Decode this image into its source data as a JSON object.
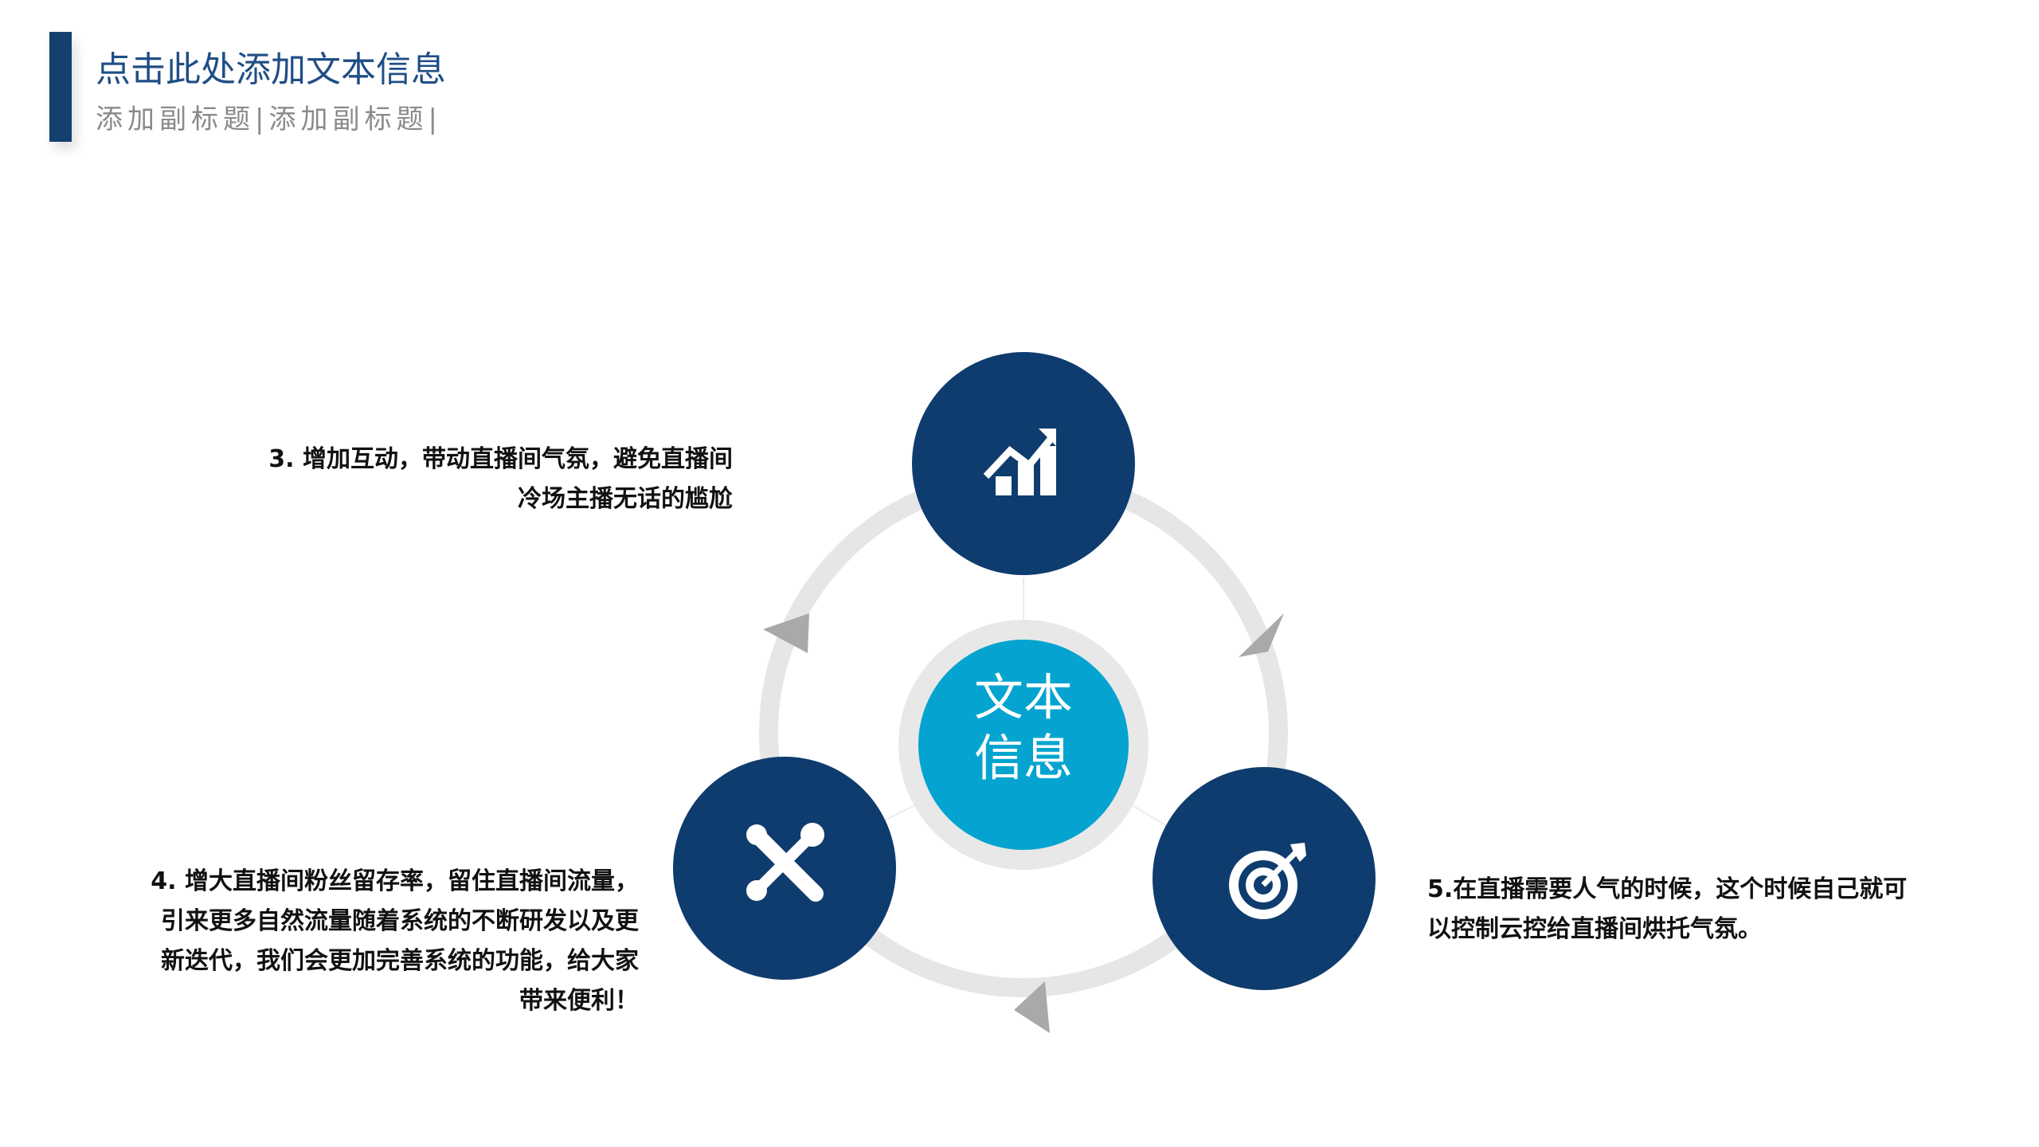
{
  "header": {
    "title": "点击此处添加文本信息",
    "subtitle": "添加副标题|添加副标题|"
  },
  "diagram": {
    "center": {
      "line1": "文本",
      "line2": "信息"
    },
    "nodes": [
      {
        "icon": "growth-chart-icon"
      },
      {
        "icon": "target-icon"
      },
      {
        "icon": "tools-icon"
      }
    ],
    "colors": {
      "node": "#0f3c6e",
      "center": "#05a4d0",
      "ring": "#e6e6e6",
      "arrow": "#a9a9a9",
      "accent": "#13406f"
    }
  },
  "items": {
    "item3": {
      "line1": "3. 增加互动，带动直播间气氛，避免直播间",
      "line2": "冷场主播无话的尴尬"
    },
    "item4": {
      "line1": "4. 增大直播间粉丝留存率，留住直播间流量，",
      "line2": "引来更多自然流量随着系统的不断研发以及更",
      "line3": "新迭代，我们会更加完善系统的功能，给大家",
      "line4": "带来便利！"
    },
    "item5": {
      "line1": "5.在直播需要人气的时候，这个时候自己就可",
      "line2": "以控制云控给直播间烘托气氛。"
    }
  }
}
